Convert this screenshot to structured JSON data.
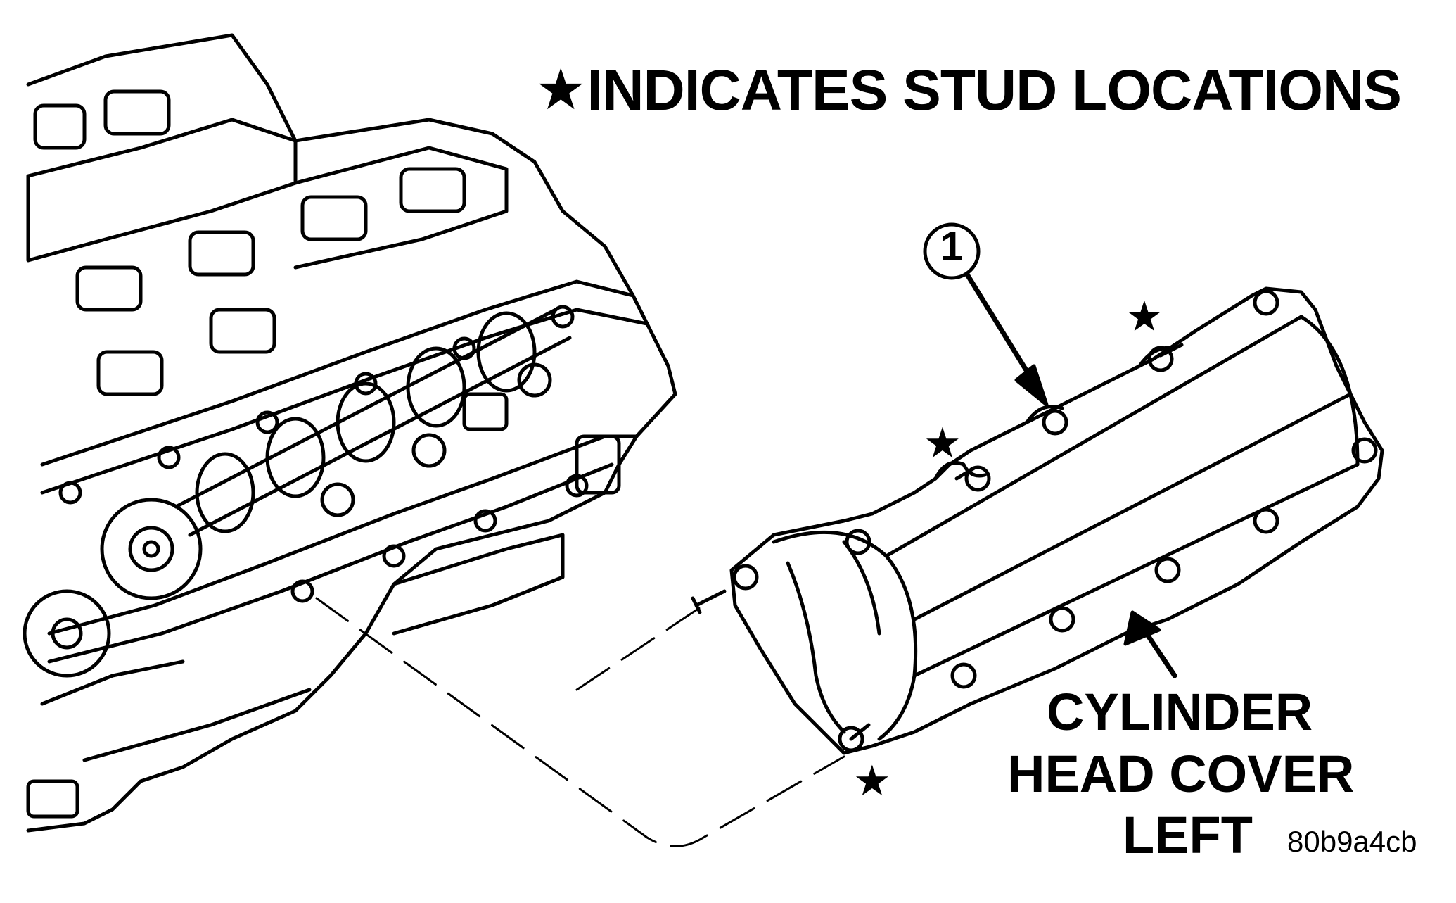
{
  "legend": {
    "star_symbol": "★",
    "text": "INDICATES STUD LOCATIONS"
  },
  "callout": {
    "number": "1"
  },
  "cover_label": {
    "line1": "CYLINDER",
    "line2": "HEAD COVER",
    "line3": "LEFT"
  },
  "figure_id": "80b9a4cb",
  "stud_markers": [
    "★",
    "★",
    "★"
  ]
}
